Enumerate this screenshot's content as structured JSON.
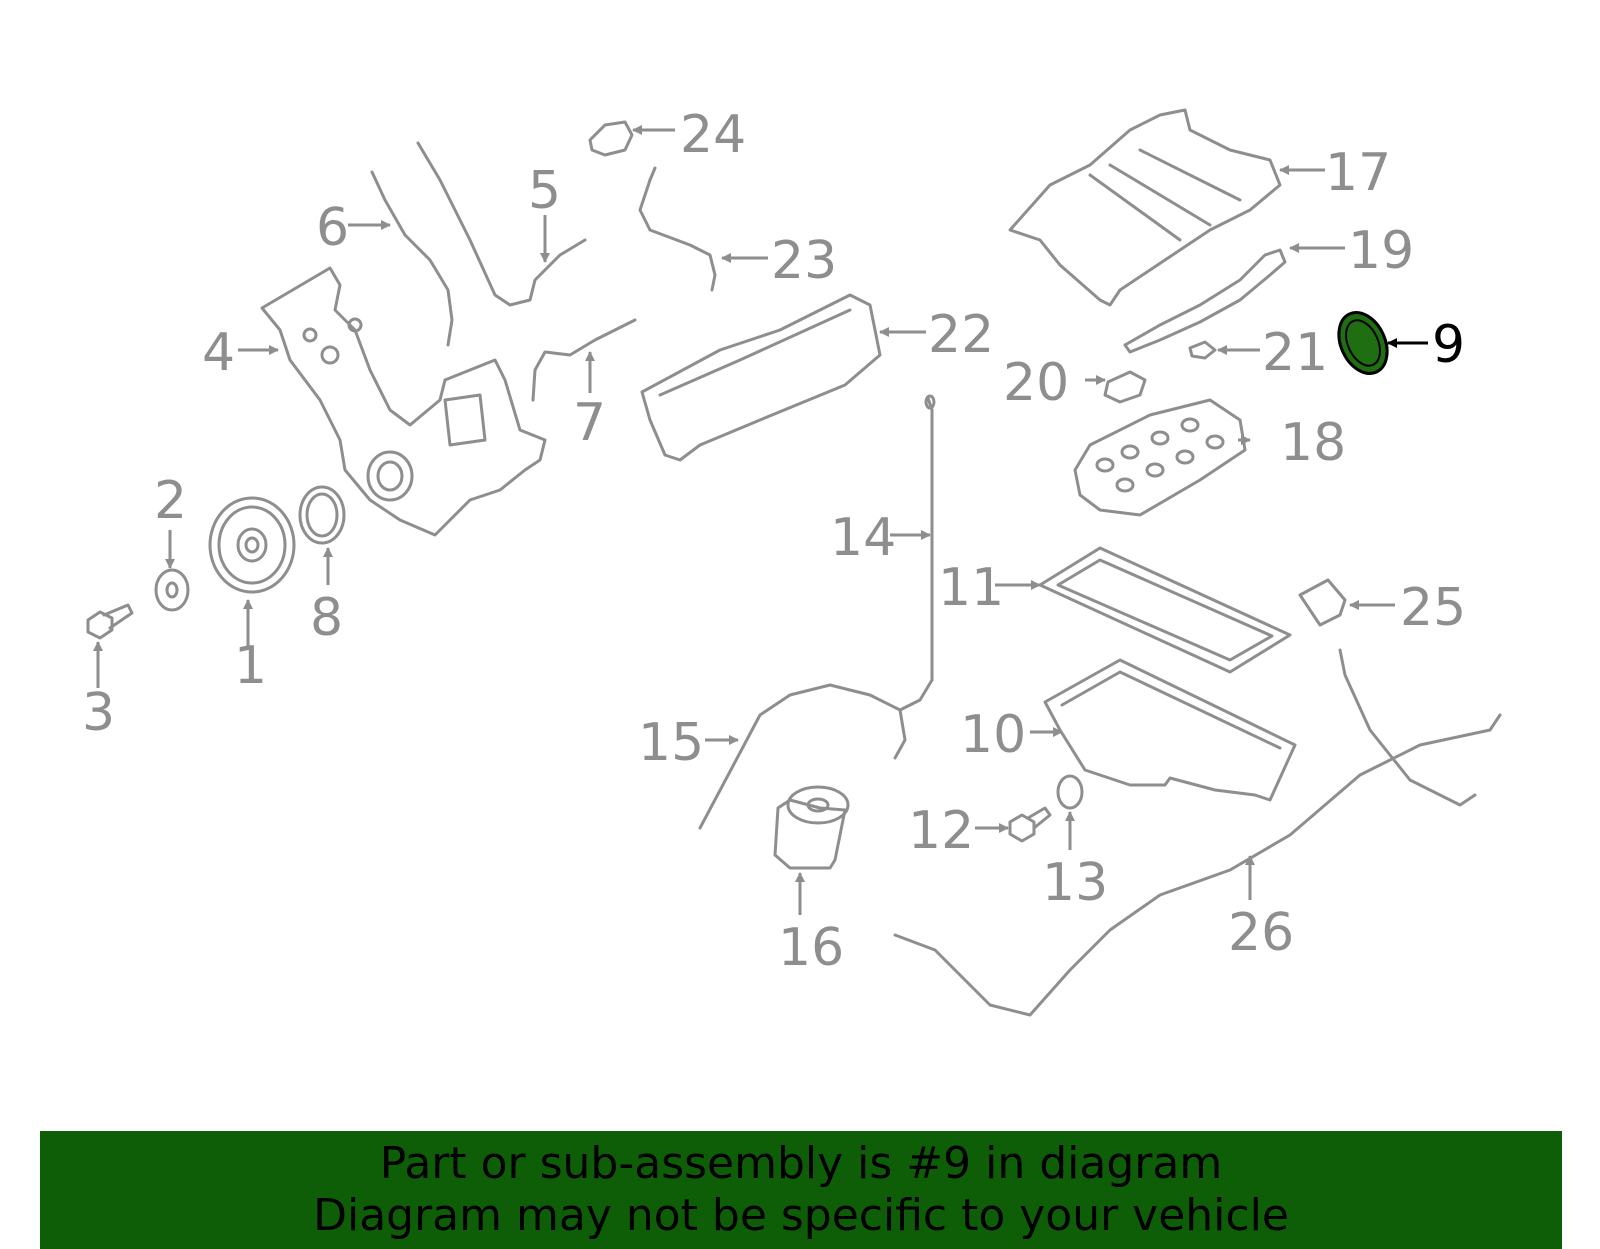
{
  "diagram": {
    "highlight_color": "#1f6e12",
    "callouts": {
      "c1": "1",
      "c2": "2",
      "c3": "3",
      "c4": "4",
      "c5": "5",
      "c6": "6",
      "c7": "7",
      "c8": "8",
      "c9": "9",
      "c10": "10",
      "c11": "11",
      "c12": "12",
      "c13": "13",
      "c14": "14",
      "c15": "15",
      "c16": "16",
      "c17": "17",
      "c18": "18",
      "c19": "19",
      "c20": "20",
      "c21": "21",
      "c22": "22",
      "c23": "23",
      "c24": "24",
      "c25": "25",
      "c26": "26"
    }
  },
  "banner": {
    "background": "#0e5e07",
    "line1": "Part or sub-assembly is #9 in diagram",
    "line2": "Diagram may not be specific to your vehicle"
  }
}
